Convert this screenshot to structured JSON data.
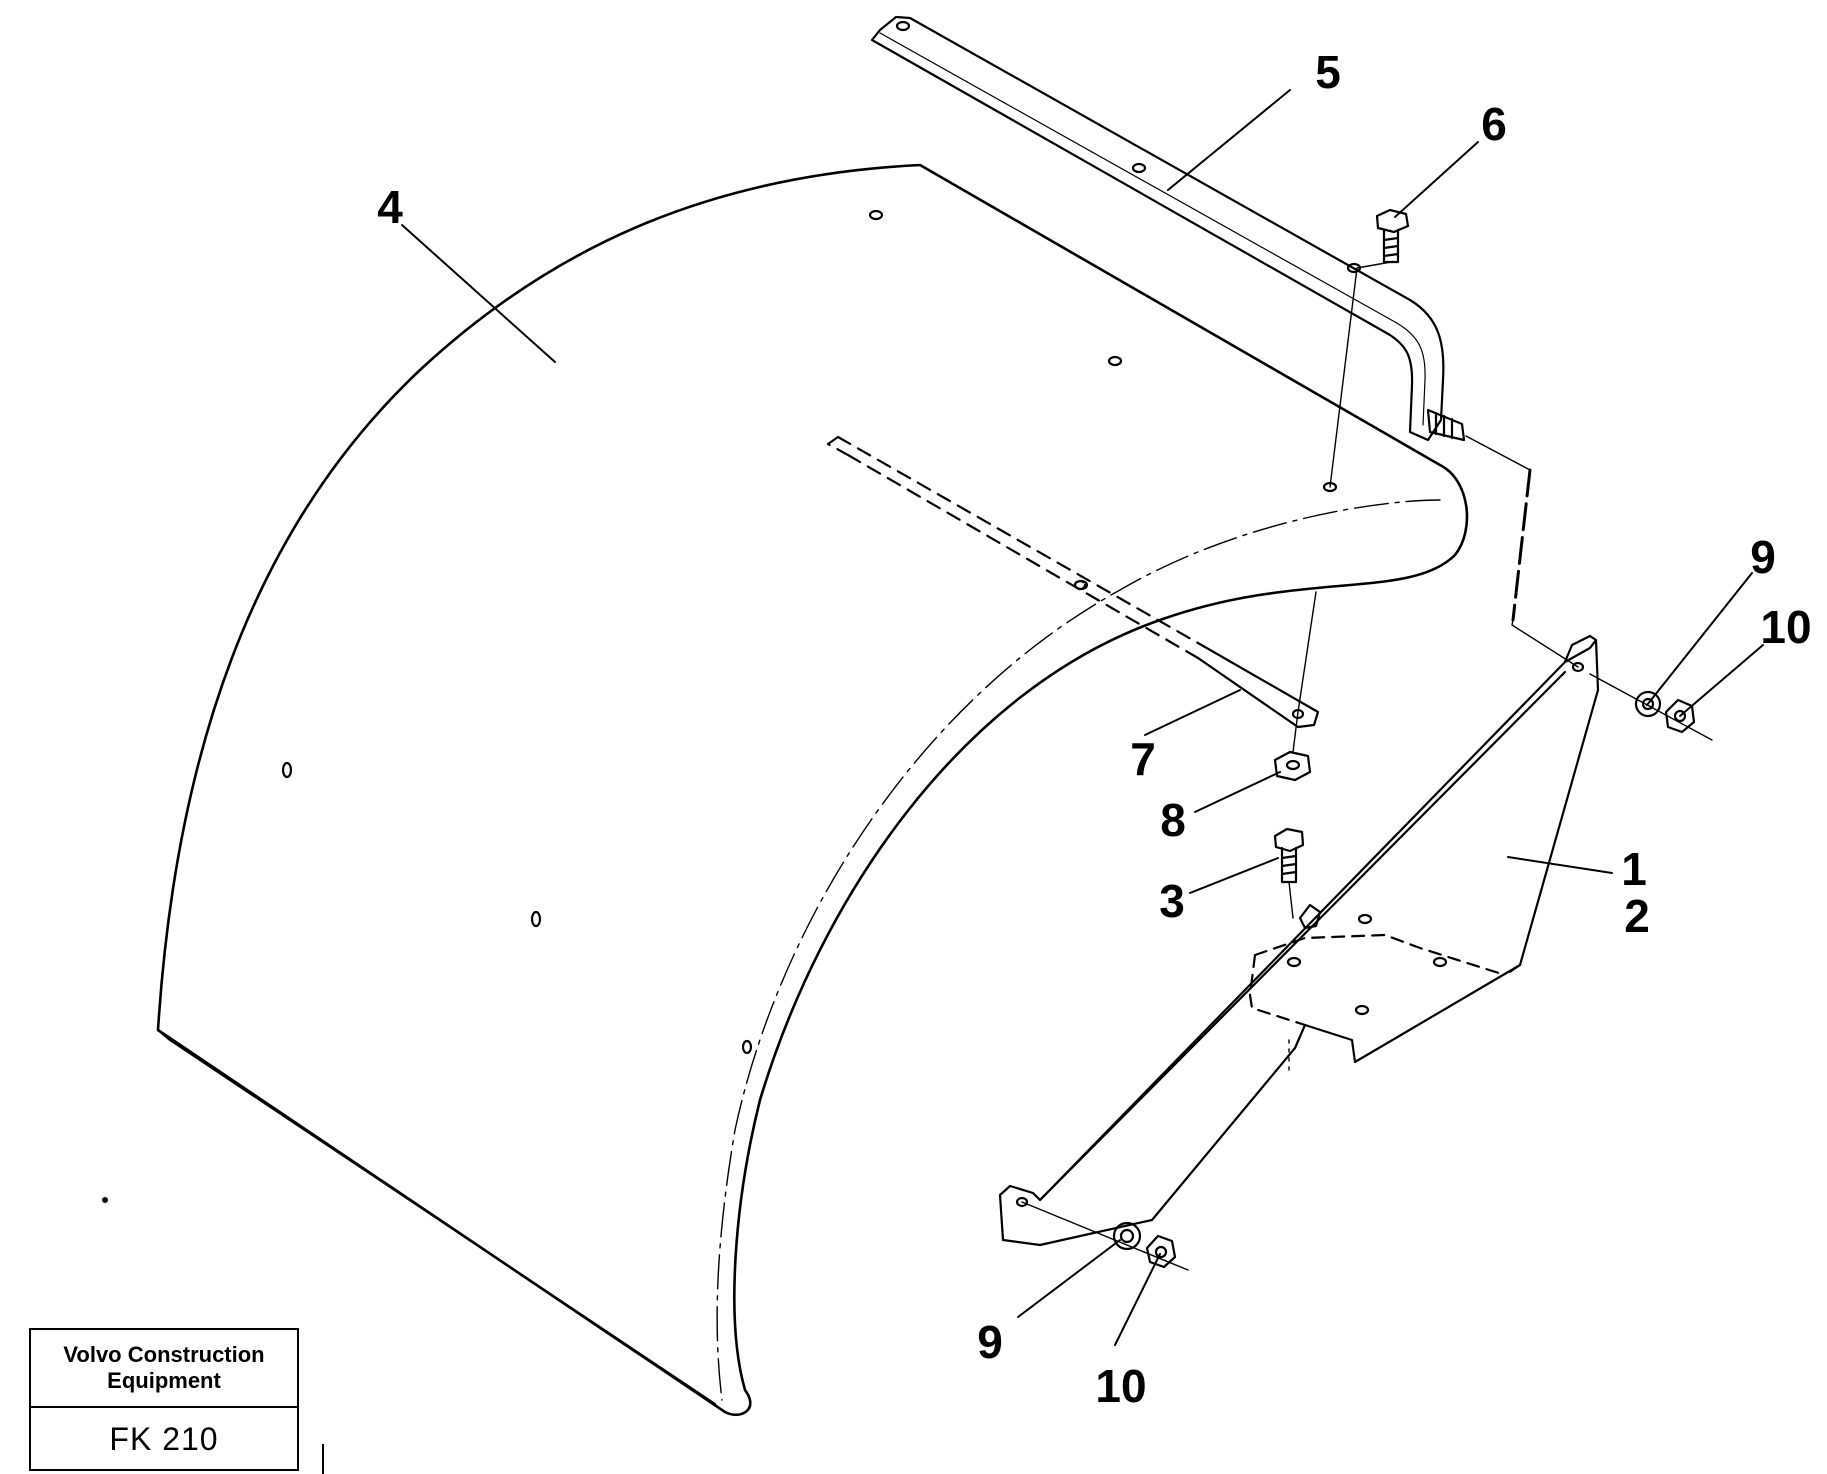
{
  "title_block": {
    "company_line1": "Volvo Construction",
    "company_line2": "Equipment",
    "figure_code": "FK 210"
  },
  "callouts": {
    "part_1": "1",
    "part_2": "2",
    "part_3": "3",
    "part_4": "4",
    "part_5": "5",
    "part_6": "6",
    "part_7": "7",
    "part_8": "8",
    "part_9_upper": "9",
    "part_10_upper": "10",
    "part_9_lower": "9",
    "part_10_lower": "10"
  },
  "colors": {
    "ink": "#000000",
    "paper": "#ffffff"
  }
}
